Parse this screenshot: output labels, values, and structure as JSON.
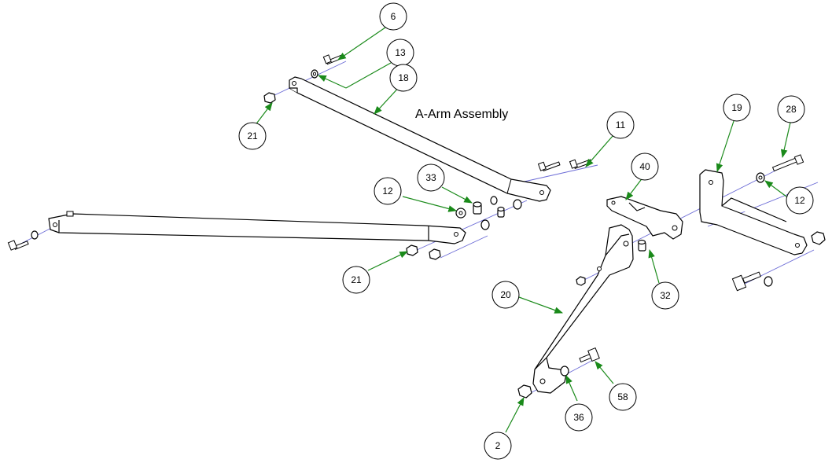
{
  "title": "A-Arm Assembly",
  "colors": {
    "leader": "#1a8a1a",
    "axis": "#6b6bd6",
    "outline": "#000000"
  },
  "balloons": [
    {
      "id": "b6",
      "label": "6"
    },
    {
      "id": "b13",
      "label": "13"
    },
    {
      "id": "b18",
      "label": "18"
    },
    {
      "id": "b21a",
      "label": "21"
    },
    {
      "id": "b11",
      "label": "11"
    },
    {
      "id": "b33",
      "label": "33"
    },
    {
      "id": "b12a",
      "label": "12"
    },
    {
      "id": "b21b",
      "label": "21"
    },
    {
      "id": "b40",
      "label": "40"
    },
    {
      "id": "b19",
      "label": "19"
    },
    {
      "id": "b28",
      "label": "28"
    },
    {
      "id": "b12b",
      "label": "12"
    },
    {
      "id": "b32",
      "label": "32"
    },
    {
      "id": "b20",
      "label": "20"
    },
    {
      "id": "b2",
      "label": "2"
    },
    {
      "id": "b36",
      "label": "36"
    },
    {
      "id": "b58",
      "label": "58"
    }
  ]
}
